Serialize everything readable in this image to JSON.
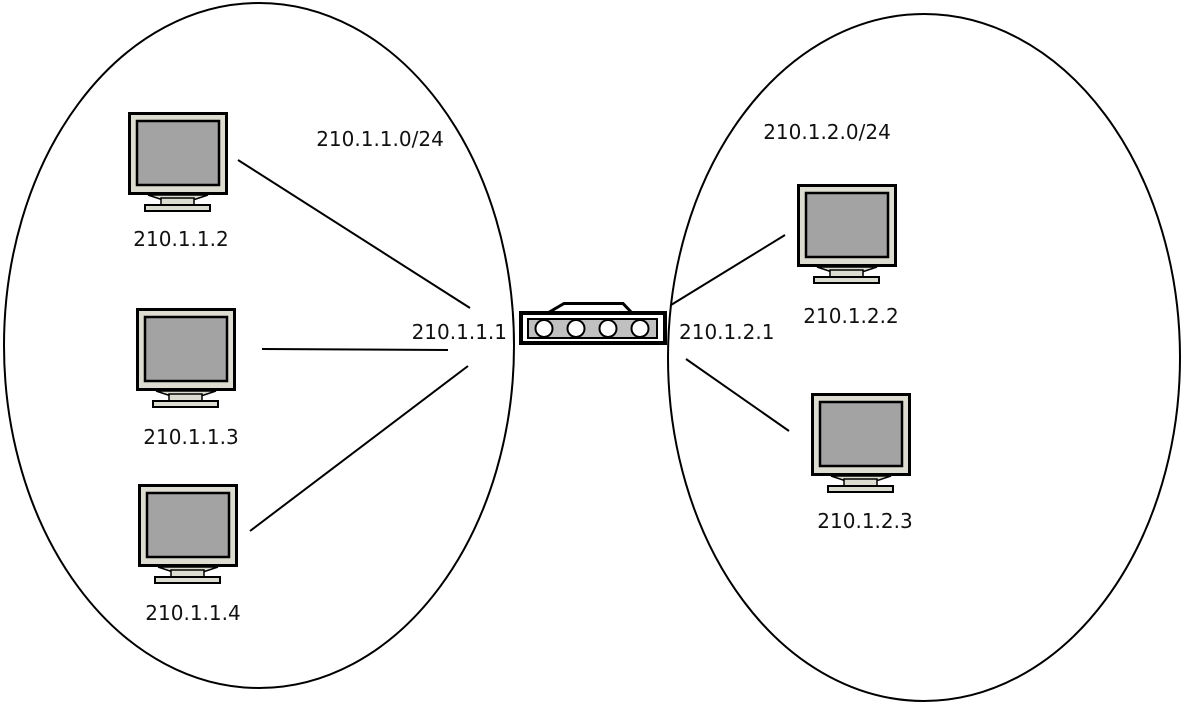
{
  "diagram_type": "network-topology",
  "colors": {
    "background": "#ffffff",
    "line": "#000000",
    "monitor_body": "#dcdcd0",
    "monitor_screen": "#a3a3a3",
    "hub_body": "#c0c0c0",
    "hub_port": "#ffffff",
    "text": "#111111"
  },
  "device": {
    "type": "hub",
    "port_count": 4
  },
  "networks": [
    {
      "cidr": "210.1.1.0/24",
      "router_interface_ip": "210.1.1.1",
      "hosts": [
        {
          "ip": "210.1.1.2"
        },
        {
          "ip": "210.1.1.3"
        },
        {
          "ip": "210.1.1.4"
        }
      ]
    },
    {
      "cidr": "210.1.2.0/24",
      "router_interface_ip": "210.1.2.1",
      "hosts": [
        {
          "ip": "210.1.2.2"
        },
        {
          "ip": "210.1.2.3"
        }
      ]
    }
  ]
}
